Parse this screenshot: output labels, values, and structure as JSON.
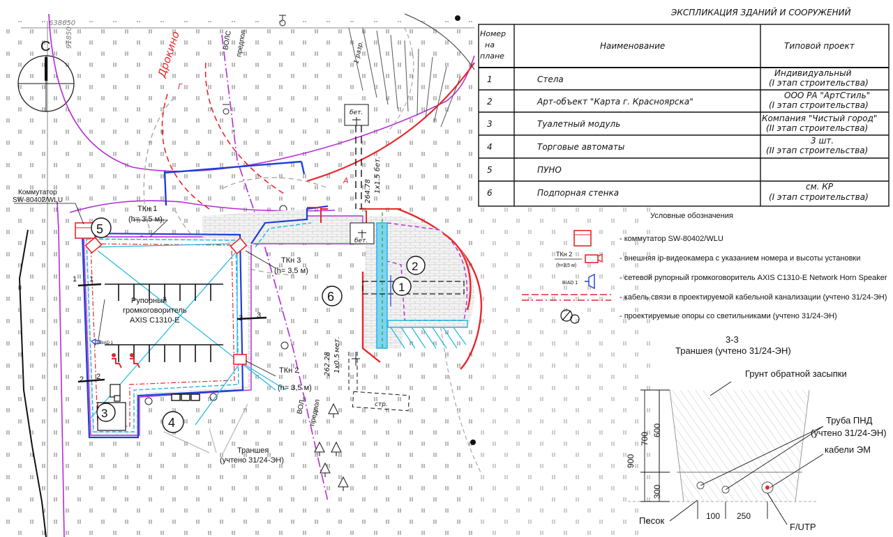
{
  "grid": {
    "x_coord": "638650",
    "y_coord": "91850"
  },
  "north_arrow": {
    "letter": "С"
  },
  "map_labels": {
    "street": "Дрокино",
    "vols_top_1": "ВОЛС",
    "vols_top_2": "предпол",
    "vols_bottom_1": "ВОЛ",
    "vols_bottom_2": "предпол",
    "kommutator_1": "Коммутатор",
    "kommutator_2": "SW-80402/WLU",
    "tkn1_name": "ТКн 1",
    "tkn1_h": "(h= 3,5 м)",
    "tkn2_name": "ТКн 2",
    "tkn2_h": "(h= 3,5 м)",
    "tkn3_name": "ТКн 3",
    "tkn3_h": "(h= 3,5 м)",
    "speaker_1": "Рупорный",
    "speaker_2": "громкоговоритель",
    "speaker_3": "AXIS C1310-E",
    "biad": "BIAD 1",
    "trench_1": "Траншея",
    "trench_2": "(учтено 31/24-ЭН)",
    "bet_1": "бет.",
    "bet_2": "бет.",
    "str": "стр.",
    "razr": "1 разр.",
    "dim_top_1": "264.78",
    "dim_top_2": "1x1.5",
    "dim_top_3": "бет.",
    "dim_bot_1": "262.28",
    "dim_bot_2": "1x0.5",
    "dim_bot_3": "мет.",
    "section_mark_a": "А",
    "sec1": "1",
    "sec2": "2",
    "sec3": "3",
    "gamma": "Г",
    "markers": [
      "1",
      "2",
      "3",
      "4",
      "5",
      "6"
    ]
  },
  "explication": {
    "title": "ЭКСПЛИКАЦИЯ ЗДАНИЙ И СООРУЖЕНИЙ",
    "header": {
      "num_1": "Номер",
      "num_2": "на",
      "num_3": "плане",
      "name": "Наименование",
      "project": "Типовой проект"
    },
    "rows": [
      {
        "num": "1",
        "name": "Стела",
        "p1": "Индивидуальный",
        "p2": "(I этап строительства)"
      },
      {
        "num": "2",
        "name": "Арт-объект \"Карта г. Красноярска\"",
        "p1": "ООО РА \"АртСтиль\"",
        "p2": "(I этап строительства)"
      },
      {
        "num": "3",
        "name": "Туалетный модуль",
        "p1": "Компания \"Чистый город\"",
        "p2": "(II этап строительства)"
      },
      {
        "num": "4",
        "name": "Торговые автоматы",
        "p1": "3 шт.",
        "p2": "(II этап строительства)"
      },
      {
        "num": "5",
        "name": "ПУНО",
        "p1": "",
        "p2": ""
      },
      {
        "num": "6",
        "name": "Подпорная стенка",
        "p1": "см. КР",
        "p2": "(I этап строительства)"
      }
    ]
  },
  "legend": {
    "title": "Условные обозначения",
    "cam_label_1": "ТКн 2",
    "cam_label_2": "(h=3,5 м)",
    "biad_label": "BIAD 1",
    "items": [
      "- коммутатор SW-80402/WLU",
      "- внешняя ip-видеокамера с указанием номера и высоты установки",
      "- сетевой рупорный громкоговоритель AXIS C1310-E Network Horn Speaker",
      "- кабель связи в проектируемой кабельной канализации (учтено 31/24-ЭН)",
      "- проектируемые опоры со светильниками (учтено 31/24-ЭН)"
    ]
  },
  "section": {
    "title_1": "3-3",
    "title_2": "Траншея (учтено 31/24-ЭН)",
    "soil": "Грунт обратной засыпки",
    "pipe_1": "Труба ПНД",
    "pipe_2": "(учтено 31/24-ЭН)",
    "em": "кабели ЭМ",
    "sand": "Песок",
    "futp": "F/UTP",
    "d900": "900",
    "d700": "700",
    "d600": "600",
    "d300": "300",
    "d100": "100",
    "d250": "250"
  },
  "colors": {
    "cable_red": "#e8262a",
    "fence_purple": "#b52ad6",
    "blue": "#1b3fd6",
    "cyan": "#19b8e6",
    "gray": "#9a9a9a"
  }
}
